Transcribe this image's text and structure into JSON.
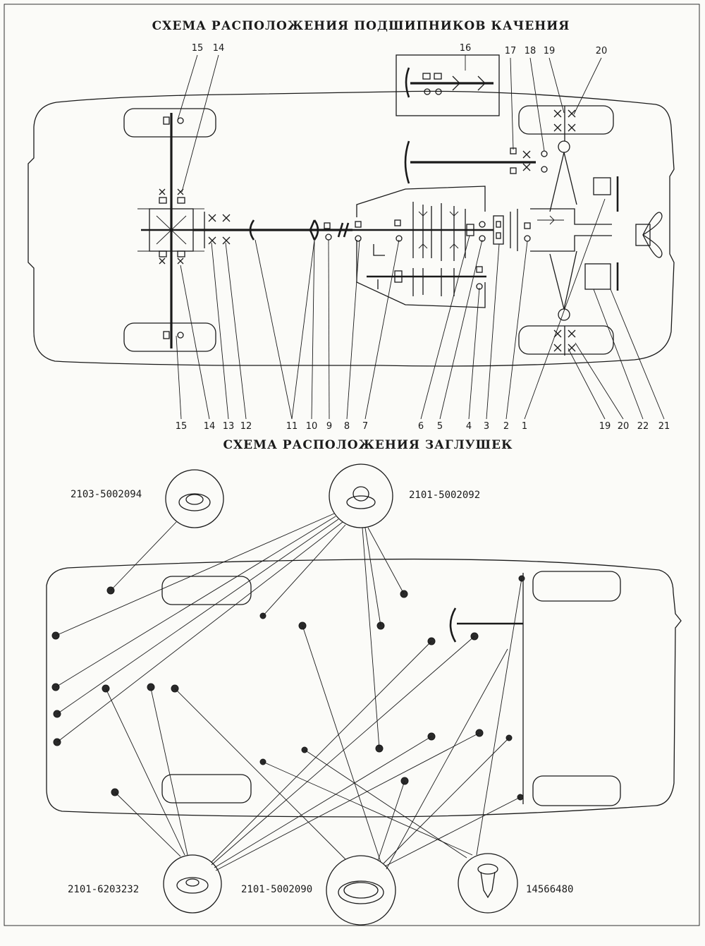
{
  "bearings": {
    "title": "СХЕМА РАСПОЛОЖЕНИЯ ПОДШИПНИКОВ КАЧЕНИЯ",
    "top_labels": [
      "15",
      "14",
      "16",
      "17",
      "18",
      "19",
      "20"
    ],
    "bottom_labels": [
      "15",
      "14",
      "13",
      "12",
      "11",
      "10",
      "9",
      "8",
      "7",
      "6",
      "5",
      "4",
      "3",
      "2",
      "1",
      "19",
      "20",
      "22",
      "21"
    ]
  },
  "plugs": {
    "title": "СХЕМА РАСПОЛОЖЕНИЯ ЗАГЛУШЕК",
    "parts": [
      {
        "code": "2103-5002094"
      },
      {
        "code": "2101-5002092"
      },
      {
        "code": "2101-6203232"
      },
      {
        "code": "2101-5002090"
      },
      {
        "code": "14566480"
      }
    ]
  }
}
